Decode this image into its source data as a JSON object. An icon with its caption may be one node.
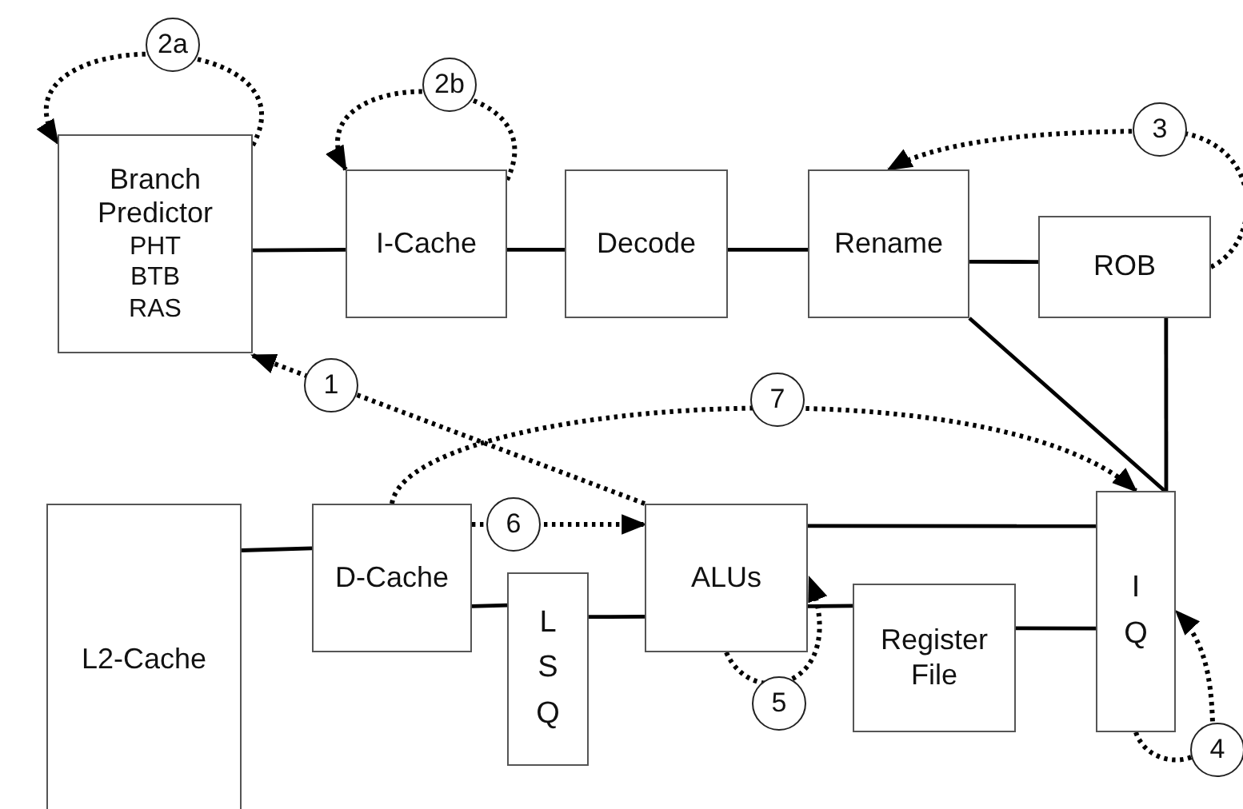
{
  "diagram": {
    "nodes": [
      {
        "text": [
          "Branch Predictor",
          "PHT",
          "BTB",
          "RAS"
        ]
      },
      {
        "text": [
          "I-Cache"
        ]
      },
      {
        "text": [
          "Decode"
        ]
      },
      {
        "text": [
          "Rename"
        ]
      },
      {
        "text": [
          "ROB"
        ]
      },
      {
        "text": [
          "L2-Cache"
        ]
      },
      {
        "text": [
          "D-Cache"
        ]
      },
      {
        "text": [
          "ALUs"
        ]
      },
      {
        "text": [
          "I Q"
        ]
      },
      {
        "text": [
          "L S Q"
        ]
      },
      {
        "text": [
          "Register File"
        ]
      }
    ],
    "edges": [
      {
        "from": 0,
        "to": 1,
        "arrow": "none"
      },
      {
        "from": 1,
        "to": 2,
        "arrow": "none"
      },
      {
        "from": 2,
        "to": 3,
        "arrow": "none"
      },
      {
        "from": 3,
        "to": 4,
        "arrow": "none"
      },
      {
        "from": 3,
        "to": 8,
        "arrow": "none"
      },
      {
        "from": 4,
        "to": 8,
        "arrow": "none"
      },
      {
        "from": 5,
        "to": 6,
        "arrow": "none"
      },
      {
        "from": 6,
        "to": 9,
        "arrow": "none"
      },
      {
        "from": 9,
        "to": 7,
        "arrow": "none"
      },
      {
        "from": 7,
        "to": 8,
        "arrow": "none"
      },
      {
        "from": 10,
        "to": 7,
        "arrow": "none"
      },
      {
        "from": 10,
        "to": 8,
        "arrow": "none"
      },
      {
        "from": 0,
        "to": 0,
        "arrow": "to",
        "label": "2a",
        "style": "dashed"
      },
      {
        "from": 1,
        "to": 1,
        "arrow": "to",
        "label": "2b",
        "style": "dashed"
      },
      {
        "from": 4,
        "to": 3,
        "arrow": "to",
        "label": "3",
        "style": "dashed"
      },
      {
        "from": 7,
        "to": 0,
        "arrow": "to",
        "label": "1",
        "style": "dashed"
      },
      {
        "from": 6,
        "to": 8,
        "arrow": "to",
        "label": "7",
        "style": "dashed"
      },
      {
        "from": 6,
        "to": 7,
        "arrow": "to",
        "label": "6",
        "style": "dashed"
      },
      {
        "from": 7,
        "to": 7,
        "arrow": "to",
        "label": "5",
        "style": "dashed"
      },
      {
        "from": 8,
        "to": 8,
        "arrow": "to",
        "label": "4",
        "style": "dashed"
      }
    ]
  }
}
